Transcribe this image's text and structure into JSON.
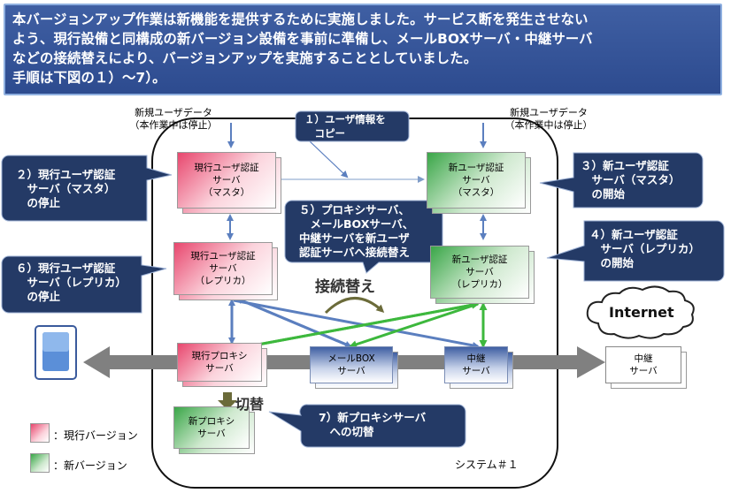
{
  "header": {
    "line1": "本バージョンアップ作業は新機能を提供するために実施しました。サービス断を発生させない",
    "line2": "よう、現行設備と同構成の新バージョン設備を事前に準備し、メールBOXサーバ・中継サーバ",
    "line3": "などの接続替えにより、バージョンアップを実施することとしていました。",
    "line4": "手順は下図の１）～7）。"
  },
  "labels": {
    "new_user_data_left": "新規ユーザデータ\n（本作業中は停止）",
    "new_user_data_right": "新規ユーザデータ\n（本作業中は停止）",
    "switch_connection": "接続替え",
    "switch": "切替",
    "internet": "Internet",
    "system": "システム＃１"
  },
  "callouts": {
    "c1": "１）ユーザ情報を\n　コピー",
    "c2": "２）現行ユーザ認証\n　サーバ（マスタ）\n　の停止",
    "c3": "３）新ユーザ認証\n　サーバ（マスタ）\n　の開始",
    "c4": "４）新ユーザ認証\n　サーバ（レプリカ）\n　の開始",
    "c5": "５）プロキシサーバ、\n　メールBOXサーバ、\n中継サーバを新ユーザ\n認証サーバへ接続替え",
    "c6": "６）現行ユーザ認証\n　サーバ（レプリカ）\n　の停止",
    "c7": "7）新プロキシサーバ\n　への切替"
  },
  "servers": {
    "cur_auth_master": "現行ユーザ認証\nサーバ\n（マスタ）",
    "new_auth_master": "新ユーザ認証\nサーバ\n（マスタ）",
    "cur_auth_replica": "現行ユーザ認証\nサーバ\n（レプリカ）",
    "new_auth_replica": "新ユーザ認証\nサーバ\n（レプリカ）",
    "cur_proxy": "現行プロキシ\nサーバ",
    "mailbox": "メールBOX\nサーバ",
    "relay": "中継\nサーバ",
    "new_proxy": "新プロキシ\nサーバ",
    "ext_relay": "中継\nサーバ"
  },
  "legend": {
    "current": "：現行バージョン",
    "new": "：新バージョン"
  },
  "colors": {
    "header_bg": "#2d4b8f",
    "callout_bg": "#243a66",
    "current_version": "#e8476e",
    "new_version": "#3aa648",
    "blue_arrow": "#5b7fbf",
    "green_arrow": "#3db83d",
    "gray_arrow": "#7f7f7f"
  }
}
